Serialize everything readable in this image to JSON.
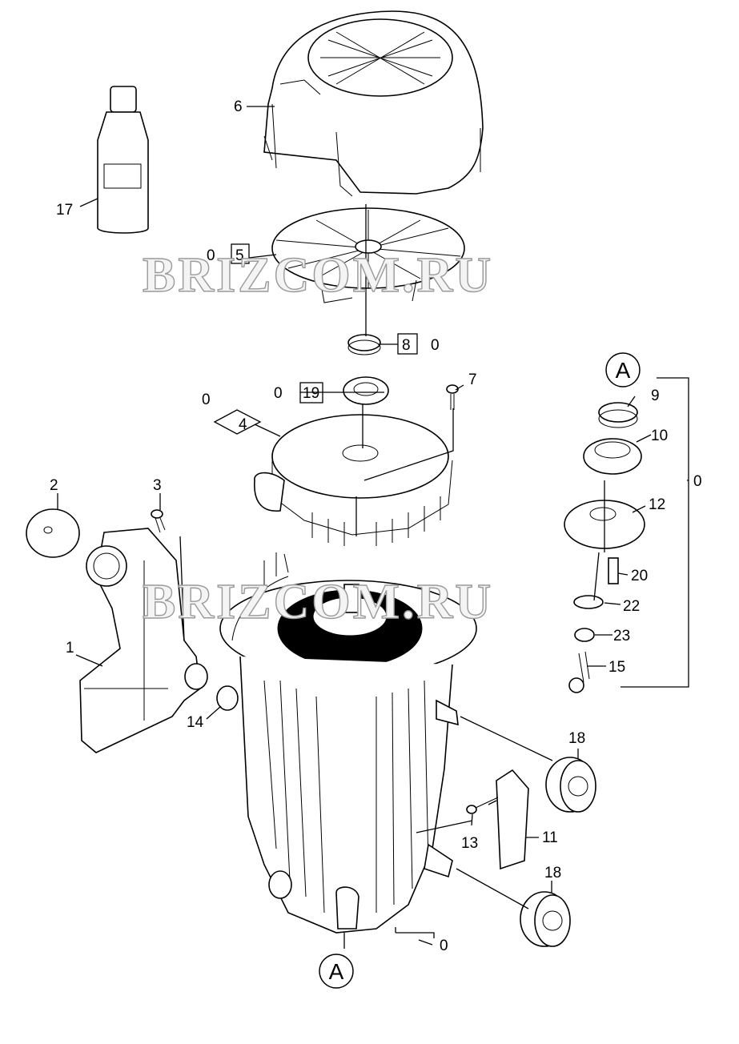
{
  "watermark": {
    "text": "BRIZCOM.RU"
  },
  "markers": {
    "a": "A"
  },
  "labels": {
    "l0_fan": "0",
    "l5": "5",
    "l6": "6",
    "l17": "17",
    "l8": "8",
    "l0_8": "0",
    "l0_19": "0",
    "l19": "19",
    "l7": "7",
    "l0_4": "0",
    "l4": "4",
    "l2": "2",
    "l3": "3",
    "l1": "1",
    "l14": "14",
    "l9": "9",
    "l10": "10",
    "l0_kit": "0",
    "l12": "12",
    "l20": "20",
    "l22": "22",
    "l23": "23",
    "l15": "15",
    "l18a": "18",
    "l13": "13",
    "l11": "11",
    "l18b": "18",
    "l0_bottom": "0"
  },
  "colors": {
    "line": "#000000",
    "background": "#ffffff",
    "watermark_stroke": "#9a9a9a"
  }
}
